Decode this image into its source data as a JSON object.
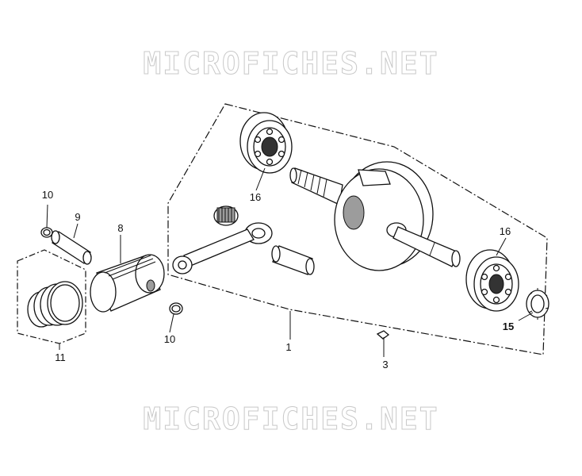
{
  "watermark": {
    "top": "MICROFICHES.NET",
    "bottom": "MICROFICHES.NET"
  },
  "callouts": {
    "c1": "1",
    "c3": "3",
    "c8": "8",
    "c9": "9",
    "c10a": "10",
    "c10b": "10",
    "c11": "11",
    "c15": "15",
    "c16a": "16",
    "c16b": "16"
  }
}
